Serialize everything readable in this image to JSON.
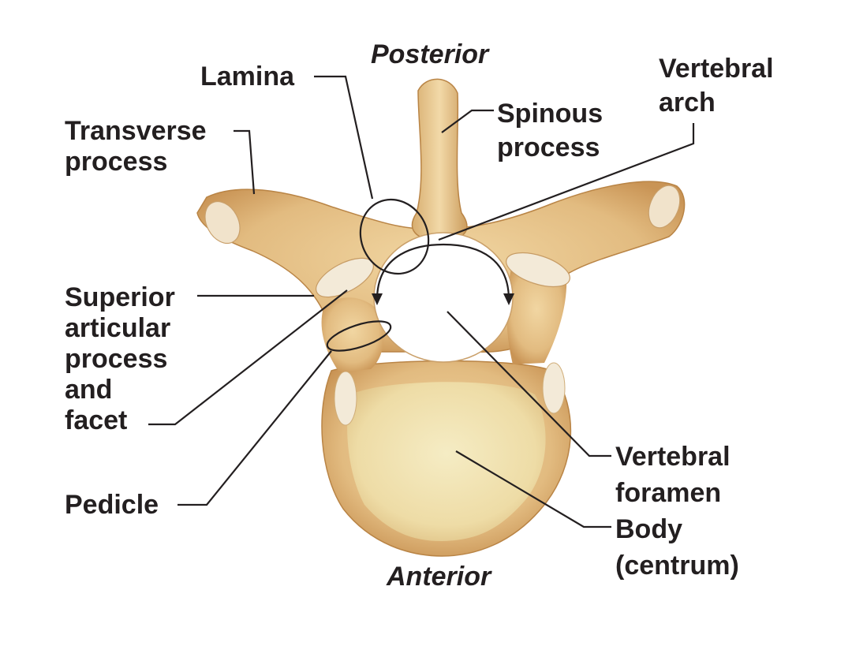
{
  "orientation": {
    "posterior": "Posterior",
    "anterior": "Anterior"
  },
  "labels": {
    "lamina": "Lamina",
    "transverse_process": [
      "Transverse",
      "process"
    ],
    "spinous_process": [
      "Spinous",
      "process"
    ],
    "vertebral_arch": [
      "Vertebral",
      "arch"
    ],
    "superior_articular_process": [
      "Superior",
      "articular",
      "process",
      "and",
      "facet"
    ],
    "pedicle": "Pedicle",
    "vertebral_foramen": [
      "Vertebral",
      "foramen"
    ],
    "body": [
      "Body",
      "(centrum)"
    ]
  },
  "colors": {
    "bone": "#e6c48e",
    "bone_dark": "#c99455",
    "body_surface": "#f1e4b4",
    "facet": "#f3ead8",
    "text": "#231f20",
    "background": "#ffffff"
  }
}
